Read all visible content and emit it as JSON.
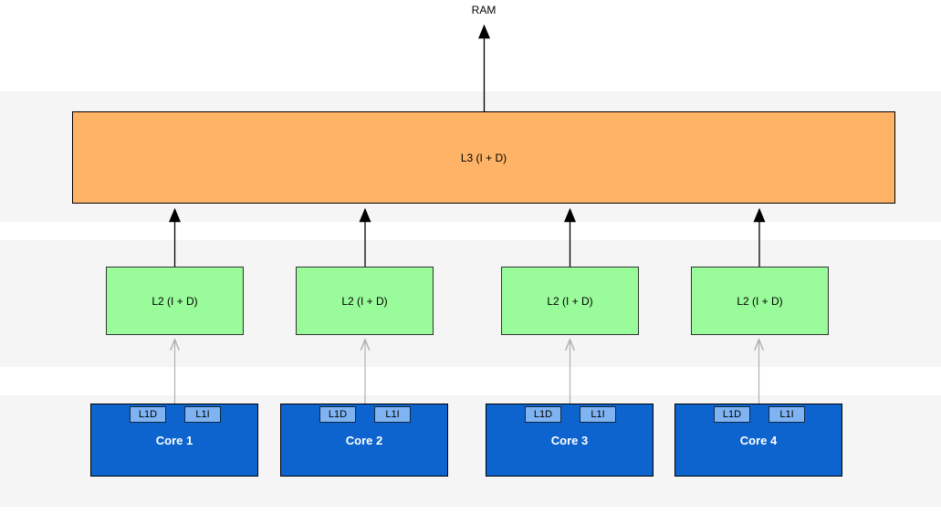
{
  "ram": {
    "label": "RAM"
  },
  "l3": {
    "label": "L3 (I + D)"
  },
  "l2": {
    "label": "L2 (I + D)"
  },
  "cores": [
    {
      "label": "Core 1",
      "l1d_label": "L1D",
      "l1i_label": "L1I"
    },
    {
      "label": "Core 2",
      "l1d_label": "L1D",
      "l1i_label": "L1I"
    },
    {
      "label": "Core 3",
      "l1d_label": "L1D",
      "l1i_label": "L1I"
    },
    {
      "label": "Core 4",
      "l1d_label": "L1D",
      "l1i_label": "L1I"
    }
  ],
  "colors": {
    "band_background": "#f5f5f5",
    "l3_fill": "#ffb366",
    "l2_fill": "#99fb99",
    "core_fill": "#0d64cf",
    "l1_fill": "#7fb3f2",
    "arrow_primary": "#000000",
    "arrow_secondary": "#b1b1b1",
    "core_text": "#ffffff"
  }
}
